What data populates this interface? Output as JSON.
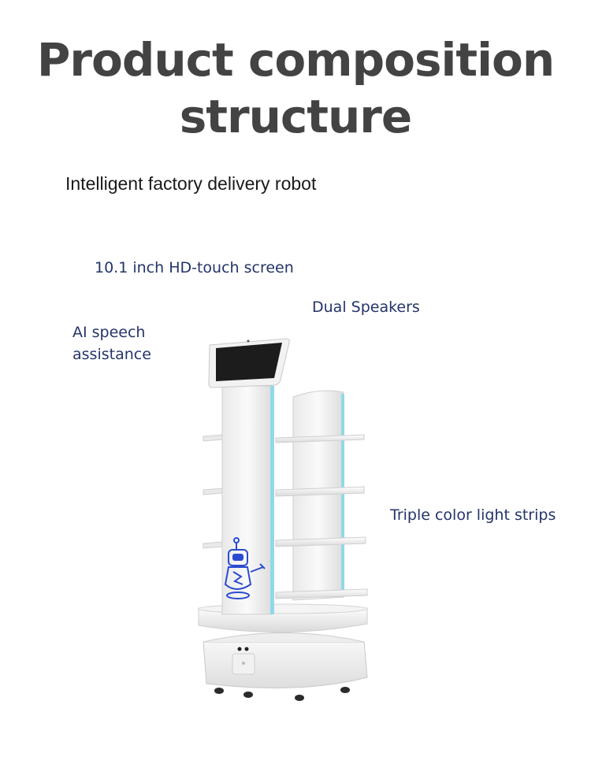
{
  "heading": {
    "line1": "Product composition",
    "line2": "structure"
  },
  "subtitle": "Intelligent factory delivery robot",
  "callouts": {
    "screen": "10.1 inch HD-touch screen",
    "speakers": "Dual Speakers",
    "ai_line1": "AI speech",
    "ai_line2": "assistance",
    "light_strips": "Triple color light strips"
  },
  "colors": {
    "title": "#434343",
    "callout_text": "#24346a",
    "light_strip": "#8fd9e8",
    "mascot": "#2a4bd1"
  }
}
